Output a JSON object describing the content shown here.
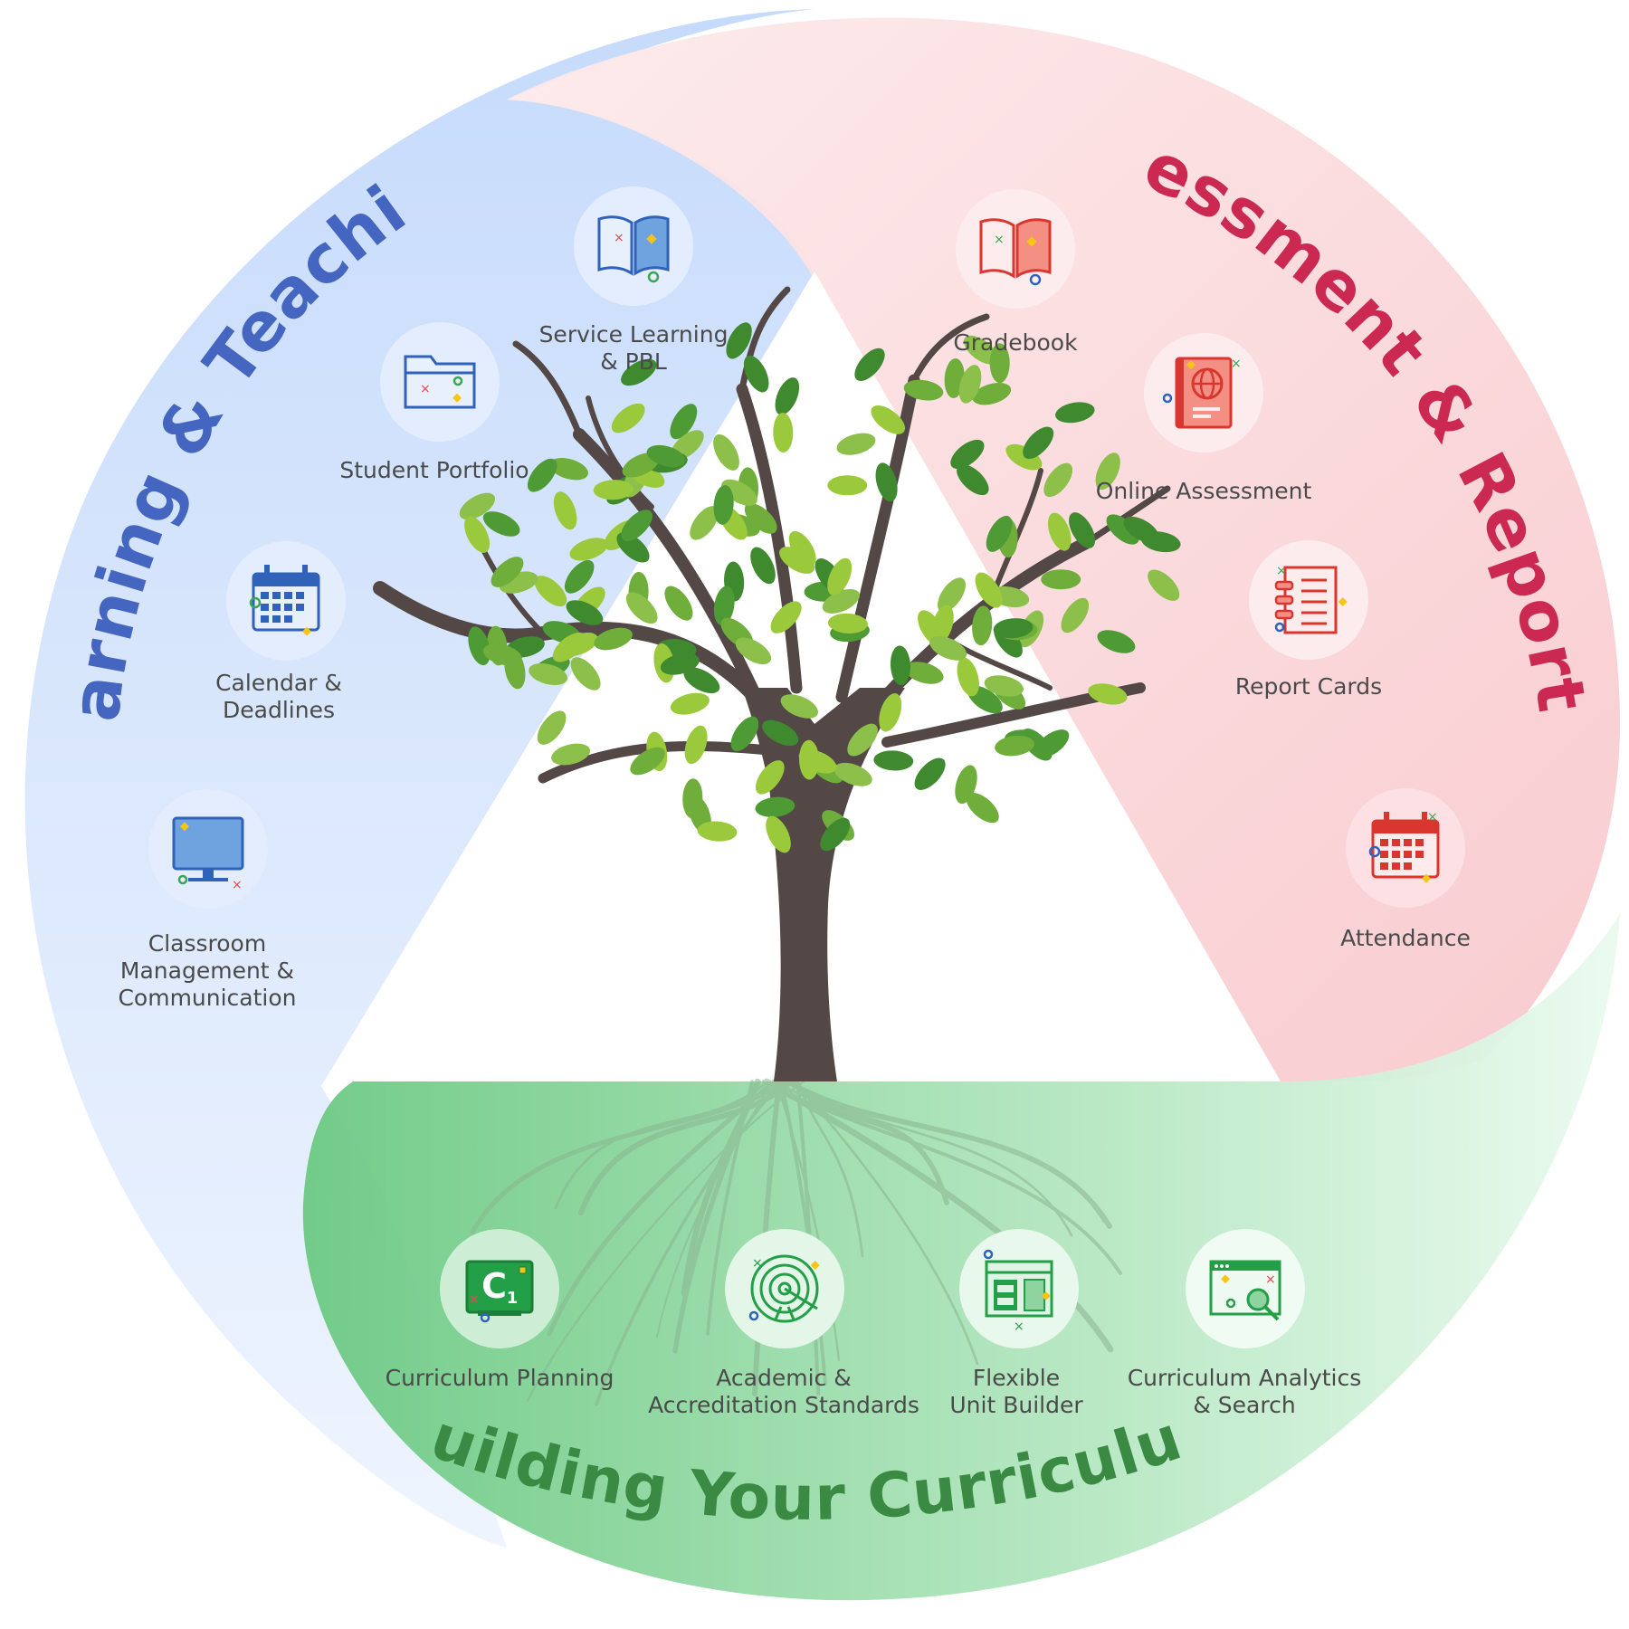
{
  "sections": {
    "learning": {
      "title": "Learning & Teaching",
      "color": "#4466c0",
      "items": [
        {
          "icon": "book-icon",
          "lines": [
            "Service Learning",
            "& PBL"
          ]
        },
        {
          "icon": "folder-icon",
          "lines": [
            "Student Portfolio"
          ]
        },
        {
          "icon": "calendar-icon",
          "lines": [
            "Calendar &",
            "Deadlines"
          ]
        },
        {
          "icon": "monitor-icon",
          "lines": [
            "Classroom",
            "Management &",
            "Communication"
          ]
        }
      ]
    },
    "assessment": {
      "title": "Assessment & Reporting",
      "color": "#cc2952",
      "items": [
        {
          "icon": "book-icon",
          "lines": [
            "Gradebook"
          ]
        },
        {
          "icon": "globe-book-icon",
          "lines": [
            "Online Assessment"
          ]
        },
        {
          "icon": "report-card-icon",
          "lines": [
            "Report Cards"
          ]
        },
        {
          "icon": "calendar-icon",
          "lines": [
            "Attendance"
          ]
        }
      ]
    },
    "curriculum": {
      "title": "Building Your Curriculum",
      "color": "#3a8a44",
      "items": [
        {
          "icon": "c1-board-icon",
          "lines": [
            "Curriculum Planning"
          ]
        },
        {
          "icon": "target-icon",
          "lines": [
            "Academic &",
            "Accreditation Standards"
          ]
        },
        {
          "icon": "layout-icon",
          "lines": [
            "Flexible",
            "Unit Builder"
          ]
        },
        {
          "icon": "analytics-search-icon",
          "lines": [
            "Curriculum Analytics",
            "& Search"
          ]
        }
      ]
    }
  },
  "icon_badge": {
    "text": "C",
    "sub": "1"
  },
  "colors": {
    "blue_band": "#cfe0fb",
    "red_band": "#fbd5d8",
    "green_band": "#a9e2b7",
    "trunk": "#534846",
    "leaf_light": "#9bc93c",
    "leaf_dark": "#3f8a2f"
  }
}
